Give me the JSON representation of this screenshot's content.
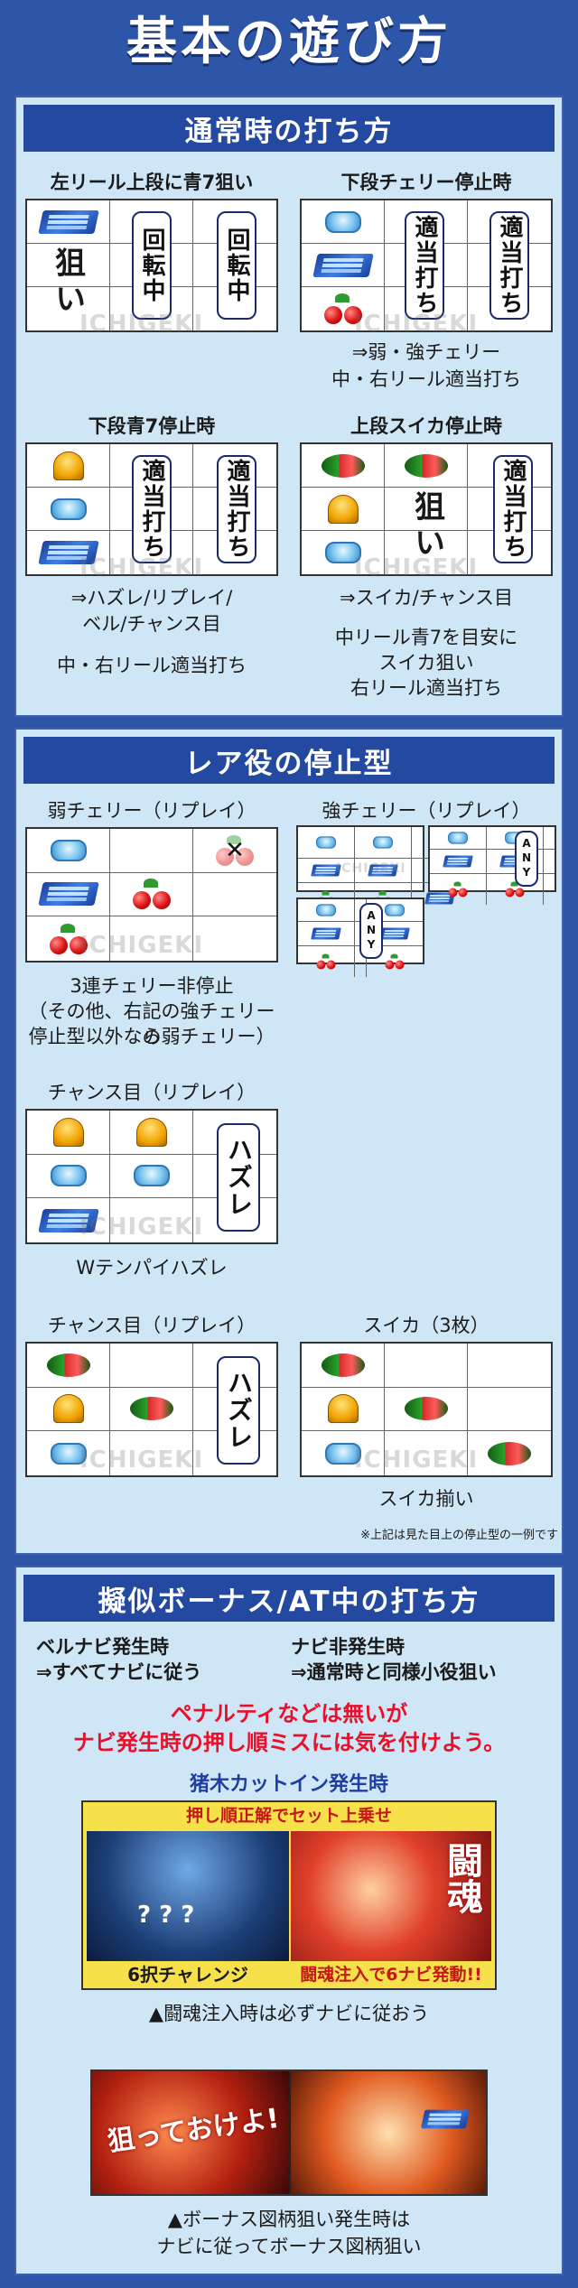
{
  "header": {
    "title": "基本の遊び方"
  },
  "watermark": "ICHIGEKI",
  "normal": {
    "title": "通常時の打ち方",
    "left_seven": {
      "label": "左リール上段に青7狙い",
      "aim": "狙い",
      "spin": "回転中"
    },
    "lower_cherry": {
      "label": "下段チェリー停止時",
      "ok": "適当打ち",
      "caption1": "⇒弱・強チェリー",
      "caption2": "中・右リール適当打ち"
    },
    "lower_seven": {
      "label": "下段青7停止時",
      "ok": "適当打ち",
      "caption1": "⇒ハズレ/リプレイ/",
      "caption2": "ベル/チャンス目",
      "caption3": "中・右リール適当打ち"
    },
    "upper_melon": {
      "label": "上段スイカ停止時",
      "aim": "狙い",
      "ok": "適当打ち",
      "caption1": "⇒スイカ/チャンス目",
      "caption2": "中リール青7を目安に",
      "caption3": "スイカ狙い",
      "caption4": "右リール適当打ち"
    }
  },
  "rare": {
    "title": "レア役の停止型",
    "weak_cherry": {
      "label": "弱チェリー（リプレイ）",
      "caption1": "3連チェリー非停止",
      "caption2": "（その他、右記の強チェリーの",
      "caption3": "停止型以外なら弱チェリー）"
    },
    "strong_cherry": {
      "label": "強チェリー（リプレイ）",
      "any": "ANY"
    },
    "chance1": {
      "label": "チャンス目（リプレイ）",
      "miss": "ハズレ",
      "caption": "Wテンパイハズレ"
    },
    "chance2": {
      "label": "チャンス目（リプレイ）",
      "miss": "ハズレ"
    },
    "melon": {
      "label": "スイカ（3枚）",
      "caption": "スイカ揃い"
    },
    "note": "※上記は見た目上の停止型の一例です"
  },
  "bonus": {
    "title": "擬似ボーナス/AT中の打ち方",
    "bell_navi1": "ベルナビ発生時",
    "bell_navi2": "⇒すべてナビに従う",
    "no_navi1": "ナビ非発生時",
    "no_navi2": "⇒通常時と同様小役狙い",
    "warn1": "ペナルティなどは無いが",
    "warn2": "ナビ発生時の押し順ミスには気を付けよう。",
    "cutin_title": "猪木カットイン発生時",
    "screen1_banner": "押し順正解でセット上乗せ",
    "screen1_left": "6択チャレンジ",
    "screen1_right": "闘魂注入で6ナビ発動!!",
    "screen1_kanji": "闘魂",
    "caption1": "▲闘魂注入時は必ずナビに従おう",
    "screen2_text": "狙っておけよ!",
    "caption2": "▲ボーナス図柄狙い発生時は",
    "caption3": "ナビに従ってボーナス図柄狙い"
  },
  "colors": {
    "frame": "#2d55a8",
    "panel": "#cfe6f7",
    "section_head": "#2449a0",
    "warn": "#e8102a",
    "cutin": "#1f3fa0"
  }
}
